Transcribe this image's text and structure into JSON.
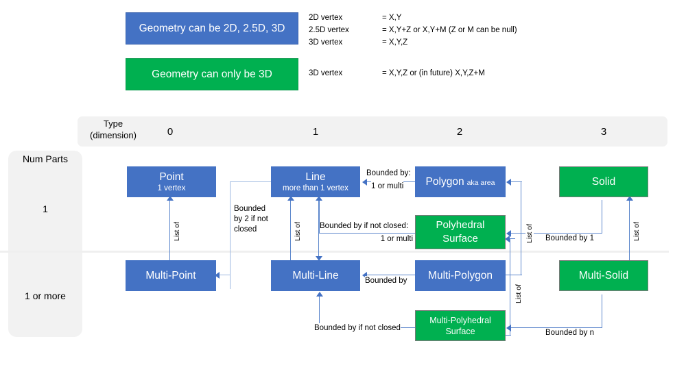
{
  "legend": {
    "boxes": [
      {
        "label": "Geometry can be 2D, 2.5D, 3D",
        "color": "#4472C4"
      },
      {
        "label": "Geometry can only be 3D",
        "color": "#00B050"
      }
    ],
    "definitions": [
      {
        "term": "2D vertex",
        "value": "= X,Y"
      },
      {
        "term": "2.5D vertex",
        "value": "= X,Y+Z  or X,Y+M (Z or M can be null)"
      },
      {
        "term": "3D vertex",
        "value": "= X,Y,Z"
      },
      {
        "term": "3D vertex",
        "value": "= X,Y,Z or (in future) X,Y,Z+M"
      }
    ]
  },
  "matrix": {
    "corner_label_line1": "Type",
    "corner_label_line2": "(dimension)",
    "column_headers": [
      "0",
      "1",
      "2",
      "3"
    ],
    "row_axis_label": "Num Parts",
    "row_headers": [
      "1",
      "1 or more"
    ]
  },
  "nodes": {
    "point": {
      "name": "Point",
      "sub": "1 vertex",
      "color": "#4472C4"
    },
    "line": {
      "name": "Line",
      "sub": "more than 1 vertex",
      "color": "#4472C4"
    },
    "polygon": {
      "name": "Polygon",
      "aka": "aka area",
      "color": "#4472C4"
    },
    "solid": {
      "name": "Solid",
      "color": "#00B050"
    },
    "polyhedral": {
      "name_line1": "Polyhedral",
      "name_line2": "Surface",
      "color": "#00B050"
    },
    "multi_point": {
      "name": "Multi-Point",
      "color": "#4472C4"
    },
    "multi_line": {
      "name": "Multi-Line",
      "color": "#4472C4"
    },
    "multi_polygon": {
      "name": "Multi-Polygon",
      "color": "#4472C4"
    },
    "multi_solid": {
      "name": "Multi-Solid",
      "color": "#00B050"
    },
    "multi_polyhedral": {
      "name_line1": "Multi-Polyhedral",
      "name_line2": "Surface",
      "color": "#00B050"
    }
  },
  "edge_labels": {
    "polygon_to_line_1": "Bounded by:",
    "polygon_to_line_2": "1 or multi",
    "line_bounded_by_2": "Bounded\nby 2 if not\nclosed",
    "polyhedral_to_line_1": "Bounded by if not closed:",
    "polyhedral_to_line_2": "1 or multi",
    "solid_bounded_by_1": "Bounded by 1",
    "multipolygon_to_multiline": "Bounded by",
    "multipolyhedral_to_multiline": "Bounded by if not closed",
    "multisolid_bounded_by_n": "Bounded by n",
    "list_of": "List of"
  }
}
